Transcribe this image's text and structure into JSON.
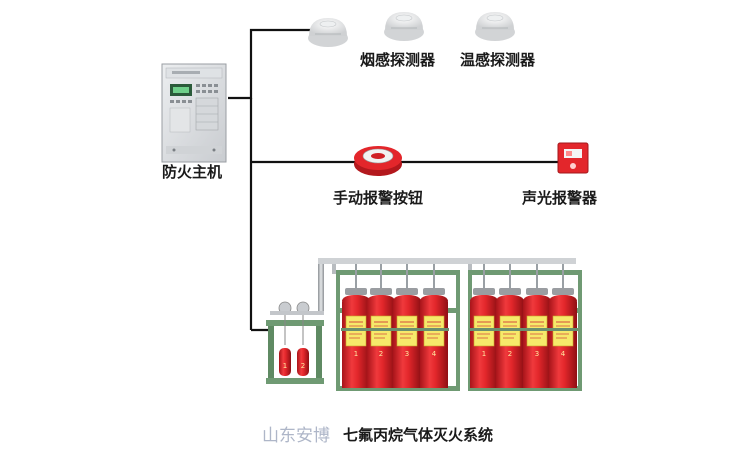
{
  "labels": {
    "controller": "防火主机",
    "smoke_detector": "烟感探测器",
    "heat_detector": "温感探测器",
    "manual_button": "手动报警按钮",
    "alarm": "声光报警器",
    "system": "七氟丙烷气体灭火系统"
  },
  "watermark": "山东安博",
  "cylinder_numbers": [
    "1",
    "2",
    "3",
    "4"
  ],
  "pilot_numbers": [
    "1",
    "2"
  ],
  "colors": {
    "wire": "#111111",
    "cylinder_red": "#e0262a",
    "rack_green": "#5f8a63",
    "pipe_silver": "#b8bcc0",
    "label_yellow": "#f6e96a"
  }
}
